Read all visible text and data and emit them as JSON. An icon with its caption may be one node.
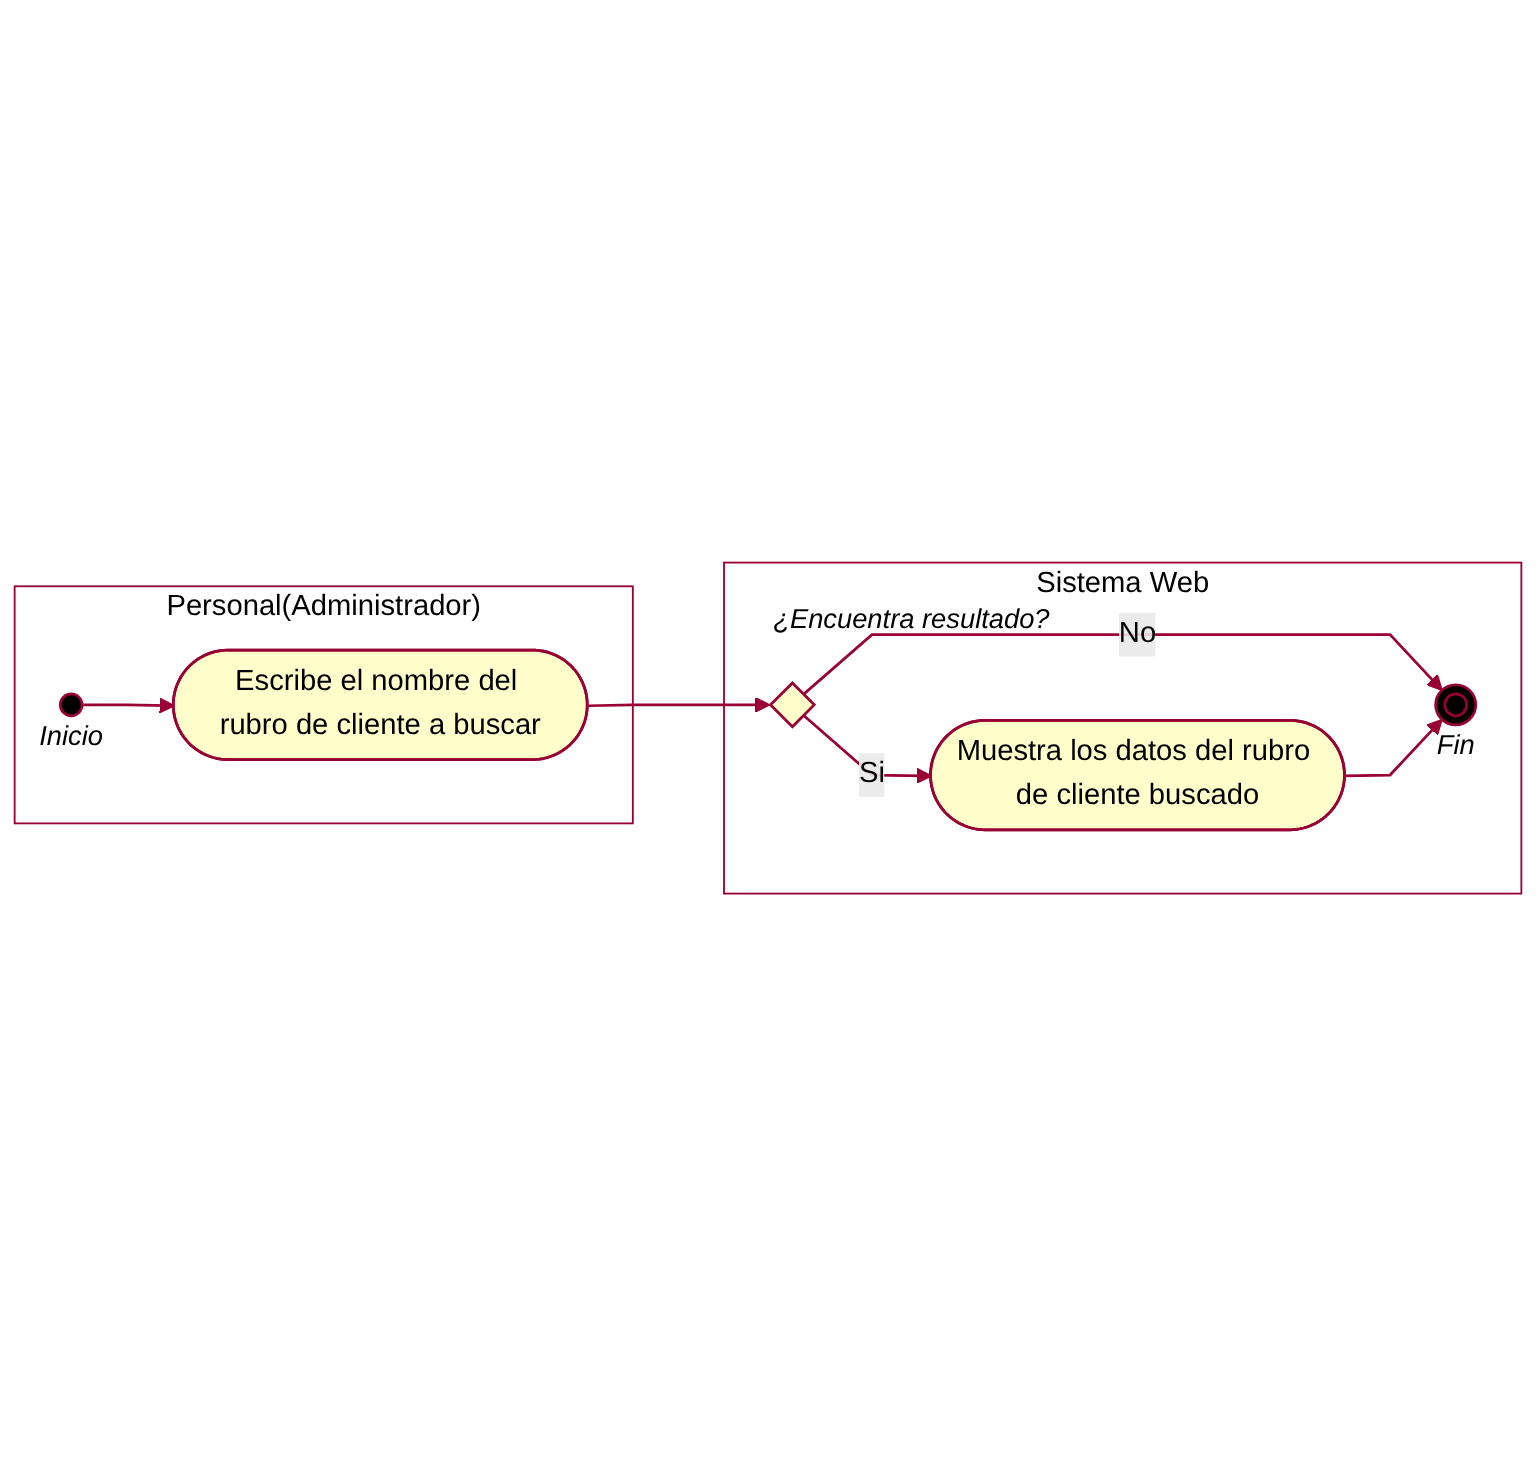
{
  "diagram": {
    "nodes": [
      {
        "text": [
          "Personal(Administrador)"
        ]
      },
      {
        "text": [],
        "shape": "circle",
        "beside": [
          "Inicio"
        ],
        "in": 0
      },
      {
        "text": [
          "Escribe el nombre del rubro de cliente a buscar"
        ],
        "in": 0
      },
      {
        "text": [
          "Sistema Web"
        ]
      },
      {
        "text": [],
        "shape": "diamond",
        "beside": [
          "¿Encuentra resultado?"
        ],
        "in": 3
      },
      {
        "text": [],
        "shape": "circle",
        "beside": [
          "Fin"
        ],
        "in": 3
      },
      {
        "text": [
          "Muestra los datos del rubro de cliente buscado"
        ],
        "in": 3
      }
    ],
    "edges": [
      {
        "from": 1,
        "to": 2,
        "arrow": "to"
      },
      {
        "from": 2,
        "to": 4,
        "arrow": "to"
      },
      {
        "from": 4,
        "to": 5,
        "arrow": "to",
        "label": "No"
      },
      {
        "from": 4,
        "to": 6,
        "arrow": "to",
        "label": "Si"
      },
      {
        "from": 6,
        "to": 5,
        "arrow": "to"
      }
    ]
  }
}
